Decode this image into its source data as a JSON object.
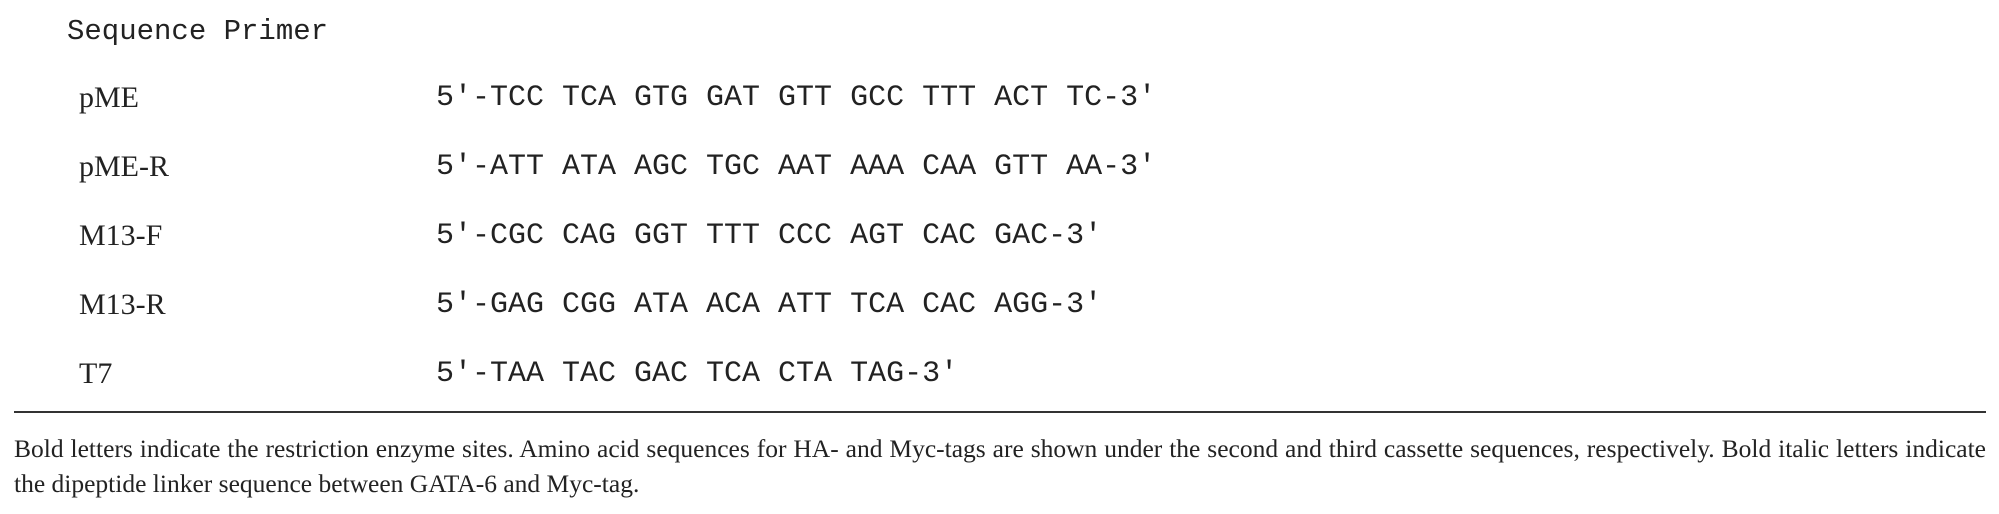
{
  "table": {
    "header": "Sequence Primer",
    "rows": [
      {
        "name": "pME",
        "sequence": "5'-TCC TCA GTG GAT GTT GCC TTT ACT TC-3'"
      },
      {
        "name": "pME-R",
        "sequence": "5'-ATT ATA AGC TGC AAT AAA CAA GTT AA-3'"
      },
      {
        "name": "M13-F",
        "sequence": "5'-CGC CAG GGT TTT CCC AGT CAC GAC-3'"
      },
      {
        "name": "M13-R",
        "sequence": "5'-GAG CGG ATA ACA ATT TCA CAC AGG-3'"
      },
      {
        "name": "T7",
        "sequence": "5'-TAA TAC GAC TCA CTA TAG-3'"
      }
    ]
  },
  "footnote": {
    "text": "Bold letters indicate the restriction enzyme sites. Amino acid sequences for HA- and Myc-tags are shown under the second and third cassette sequences, respectively. Bold italic letters indicate the dipeptide linker sequence between GATA-6 and Myc-tag."
  }
}
